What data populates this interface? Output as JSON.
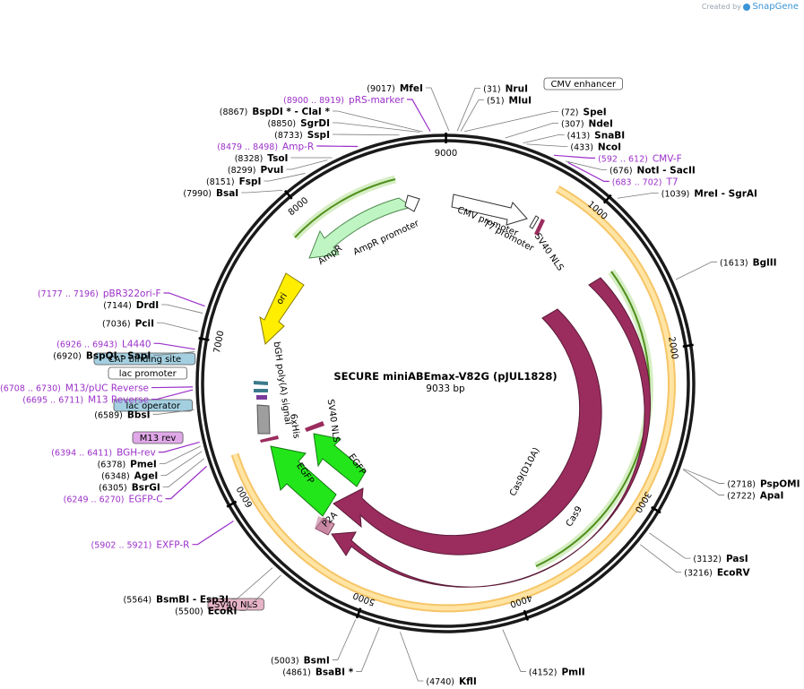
{
  "credit": {
    "prefix": "Created by",
    "brand": "SnapGene"
  },
  "plasmid": {
    "name": "SECURE miniABEmax-V82G (pJUL1828)",
    "length": 9033,
    "length_label": "9033 bp"
  },
  "ticks": [
    1000,
    2000,
    3000,
    4000,
    5000,
    6000,
    7000,
    8000,
    9000
  ],
  "tick_labels": [
    "1000",
    "2000",
    "3000",
    "4000",
    "5000",
    "6000",
    "7000",
    "8000",
    "9000"
  ],
  "sites": [
    {
      "name": "MfeI",
      "pos": "(9017)",
      "bp": 9017,
      "side": "L"
    },
    {
      "name": "NruI",
      "pos": "(31)",
      "bp": 31,
      "side": "R"
    },
    {
      "name": "MluI",
      "pos": "(51)",
      "bp": 51,
      "side": "R"
    },
    {
      "name": "SpeI",
      "pos": "(72)",
      "bp": 72,
      "side": "R"
    },
    {
      "name": "NdeI",
      "pos": "(307)",
      "bp": 307,
      "side": "R"
    },
    {
      "name": "SnaBI",
      "pos": "(413)",
      "bp": 413,
      "side": "R"
    },
    {
      "name": "NcoI",
      "pos": "(433)",
      "bp": 433,
      "side": "R"
    },
    {
      "name": "NotI",
      "pos": "(676)",
      "bp": 676,
      "side": "R",
      "extra": " - SacII"
    },
    {
      "name": "MreI",
      "pos": "(1039)",
      "bp": 1039,
      "side": "R",
      "extra": " - SgrAI"
    },
    {
      "name": "BglII",
      "pos": "(1613)",
      "bp": 1613,
      "side": "R"
    },
    {
      "name": "PspOMI",
      "pos": "(2718)",
      "bp": 2718,
      "side": "R"
    },
    {
      "name": "ApaI",
      "pos": "(2722)",
      "bp": 2722,
      "side": "R"
    },
    {
      "name": "PasI",
      "pos": "(3132)",
      "bp": 3132,
      "side": "R"
    },
    {
      "name": "EcoRV",
      "pos": "(3216)",
      "bp": 3216,
      "side": "R"
    },
    {
      "name": "PmlI",
      "pos": "(4152)",
      "bp": 4152,
      "side": "R"
    },
    {
      "name": "KflI",
      "pos": "(4740)",
      "bp": 4740,
      "side": "R"
    },
    {
      "name": "BsaBI *",
      "pos": "(4861)",
      "bp": 4861,
      "side": "L"
    },
    {
      "name": "BsmI",
      "pos": "(5003)",
      "bp": 5003,
      "side": "L"
    },
    {
      "name": "EcoRI",
      "pos": "(5500)",
      "bp": 5500,
      "side": "L"
    },
    {
      "name": "BsmBI",
      "pos": "(5564)",
      "bp": 5564,
      "side": "L",
      "extra": " - Esp3I"
    },
    {
      "name": "BsrGI",
      "pos": "(6305)",
      "bp": 6305,
      "side": "L"
    },
    {
      "name": "AgeI",
      "pos": "(6348)",
      "bp": 6348,
      "side": "L"
    },
    {
      "name": "PmeI",
      "pos": "(6378)",
      "bp": 6378,
      "side": "L"
    },
    {
      "name": "BbsI",
      "pos": "(6589)",
      "bp": 6589,
      "side": "L"
    },
    {
      "name": "BspQI",
      "pos": "(6920)",
      "bp": 6920,
      "side": "L",
      "extra": " - SapI"
    },
    {
      "name": "PciI",
      "pos": "(7036)",
      "bp": 7036,
      "side": "L"
    },
    {
      "name": "DrdI",
      "pos": "(7144)",
      "bp": 7144,
      "side": "L"
    },
    {
      "name": "BsaI",
      "pos": "(7990)",
      "bp": 7990,
      "side": "L"
    },
    {
      "name": "FspI",
      "pos": "(8151)",
      "bp": 8151,
      "side": "L"
    },
    {
      "name": "PvuI",
      "pos": "(8299)",
      "bp": 8299,
      "side": "L"
    },
    {
      "name": "TsoI",
      "pos": "(8328)",
      "bp": 8328,
      "side": "L"
    },
    {
      "name": "SspI",
      "pos": "(8733)",
      "bp": 8733,
      "side": "L"
    },
    {
      "name": "SgrDI",
      "pos": "(8850)",
      "bp": 8850,
      "side": "L"
    },
    {
      "name": "BspDI *",
      "pos": "(8867)",
      "bp": 8867,
      "side": "L",
      "extra": " - ClaI *"
    }
  ],
  "primers": [
    {
      "name": "pRS-marker",
      "pos": "(8900 .. 8919)",
      "bp": 8910,
      "side": "L"
    },
    {
      "name": "Amp-R",
      "pos": "(8479 .. 8498)",
      "bp": 8488,
      "side": "L"
    },
    {
      "name": "CMV-F",
      "pos": "(592 .. 612)",
      "bp": 602,
      "side": "R"
    },
    {
      "name": "T7",
      "pos": "(683 .. 702)",
      "bp": 692,
      "side": "R"
    },
    {
      "name": "pBR322ori-F",
      "pos": "(7177 .. 7196)",
      "bp": 7186,
      "side": "L"
    },
    {
      "name": "L4440",
      "pos": "(6926 .. 6943)",
      "bp": 6934,
      "side": "L"
    },
    {
      "name": "M13/pUC Reverse",
      "pos": "(6708 .. 6730)",
      "bp": 6719,
      "side": "L"
    },
    {
      "name": "M13 Reverse",
      "pos": "(6695 .. 6711)",
      "bp": 6703,
      "side": "L"
    },
    {
      "name": "BGH-rev",
      "pos": "(6394 .. 6411)",
      "bp": 6402,
      "side": "L"
    },
    {
      "name": "EGFP-C",
      "pos": "(6249 .. 6270)",
      "bp": 6259,
      "side": "L"
    },
    {
      "name": "EXFP-R",
      "pos": "(5902 .. 5921)",
      "bp": 5911,
      "side": "L"
    }
  ],
  "boxed_features": [
    {
      "name": "CMV enhancer",
      "fill": "#ffffff"
    },
    {
      "name": "CAP binding site",
      "fill": "#a3cfe0"
    },
    {
      "name": "lac promoter",
      "fill": "#ffffff"
    },
    {
      "name": "lac operator",
      "fill": "#a3cfe0"
    },
    {
      "name": "M13 rev",
      "fill": "#e0a8e8"
    },
    {
      "name": "SV40 NLS",
      "fill": "#e7b3c6"
    }
  ],
  "features": [
    {
      "name": "Cas9(D10A)",
      "color": "#9b2c5e"
    },
    {
      "name": "Cas9",
      "color": "#9b2c5e"
    },
    {
      "name": "EGFP",
      "color": "#22e61a"
    },
    {
      "name": "EGFP",
      "color": "#22e61a"
    },
    {
      "name": "P2A",
      "color": "#d29bb0"
    },
    {
      "name": "SV40 NLS",
      "color": "#9b2c5e"
    },
    {
      "name": "6xHis",
      "color": "#9b2c5e"
    },
    {
      "name": "bGH poly(A) signal",
      "color": "#a0a0a0"
    },
    {
      "name": "ori",
      "color": "#ffee00"
    },
    {
      "name": "AmpR",
      "color": "#bff5c3"
    },
    {
      "name": "AmpR promoter",
      "color": "#ffffff"
    },
    {
      "name": "CMV promoter",
      "color": "#ffffff"
    },
    {
      "name": "T7 promoter",
      "color": "#ffffff"
    },
    {
      "name": "SV40 NLS",
      "color": "#9b2c5e"
    }
  ]
}
